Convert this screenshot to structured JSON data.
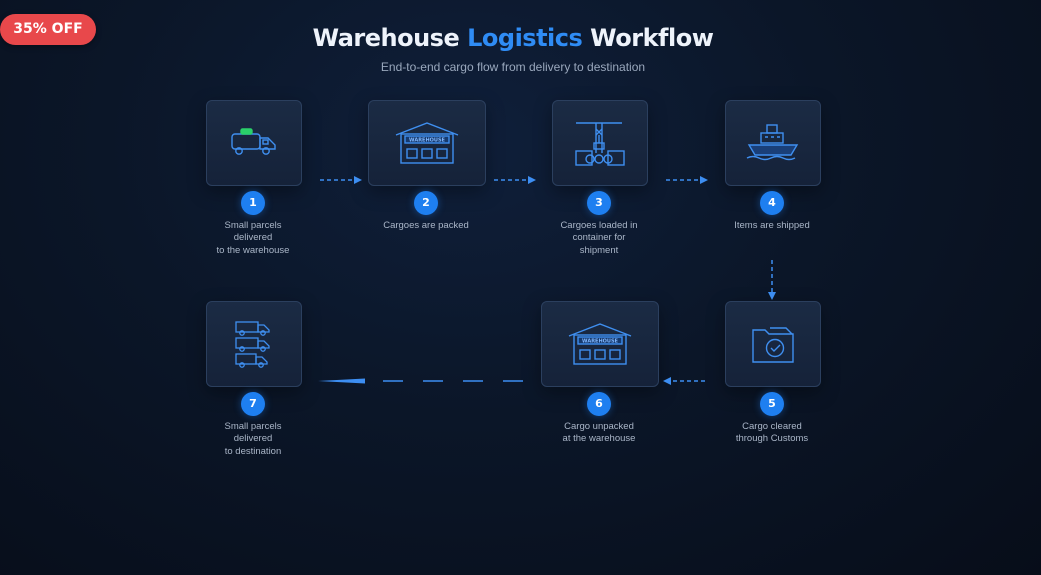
{
  "badge": "35% OFF",
  "title": {
    "part1": "Warehouse",
    "part2": "Logistics",
    "part3": "Workflow"
  },
  "subtitle": "End-to-end cargo flow from delivery to destination",
  "colors": {
    "accent": "#2f8cf5",
    "step_circle": "#1e7ff0",
    "badge": "#e8484b",
    "icon_stroke": "#3f8ff0"
  },
  "steps": [
    {
      "number": "1",
      "icon": "delivery-truck-icon",
      "label": "Small parcels\ndelivered\nto the warehouse"
    },
    {
      "number": "2",
      "icon": "warehouse-icon",
      "label": "Cargoes are packed",
      "sign": "WAREHOUSE"
    },
    {
      "number": "3",
      "icon": "container-crane-icon",
      "label": "Cargoes loaded in\ncontainer for\nshipment"
    },
    {
      "number": "4",
      "icon": "cargo-ship-icon",
      "label": "Items are shipped"
    },
    {
      "number": "5",
      "icon": "customs-folder-check-icon",
      "label": "Cargo cleared\nthrough Customs"
    },
    {
      "number": "6",
      "icon": "warehouse-icon",
      "label": "Cargo unpacked\nat the warehouse",
      "sign": "WAREHOUSE"
    },
    {
      "number": "7",
      "icon": "truck-fleet-icon",
      "label": "Small parcels\ndelivered\nto destination"
    }
  ]
}
